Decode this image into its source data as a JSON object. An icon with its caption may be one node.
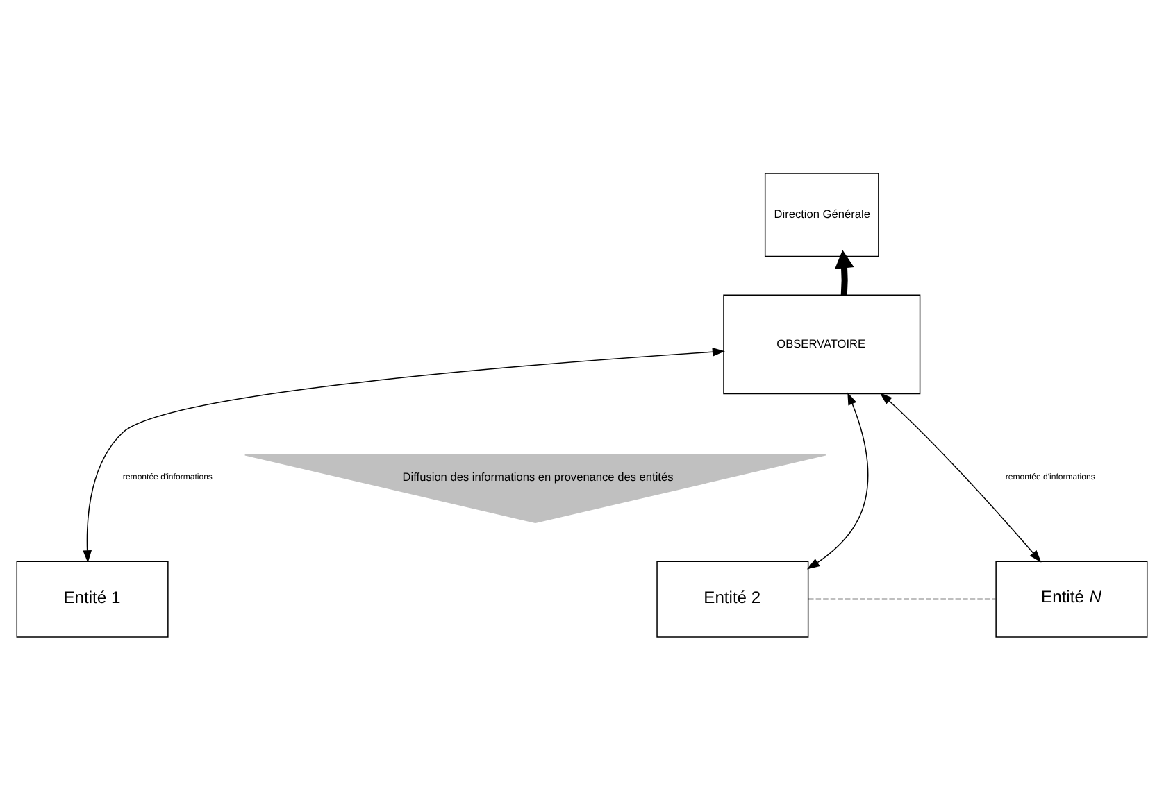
{
  "diagram": {
    "nodes": [
      {
        "text": [
          "Direction Générale"
        ]
      },
      {
        "text": [
          "OBSERVATOIRE"
        ]
      },
      {
        "text": [
          "Diffusion des informations en provenance des entités"
        ]
      },
      {
        "text": [
          "Entité 1"
        ]
      },
      {
        "text": [
          "Entité 2"
        ]
      },
      {
        "text": [
          "Entité *N*"
        ]
      }
    ],
    "edges": [
      {
        "from": 1,
        "to": 0,
        "arrow": "to",
        "style": "thick"
      },
      {
        "from": 1,
        "to": 3,
        "arrow": "both",
        "label": "remontée d'informations"
      },
      {
        "from": 1,
        "to": 4,
        "arrow": "both"
      },
      {
        "from": 1,
        "to": 5,
        "arrow": "both",
        "label": "remontée d'informations"
      },
      {
        "from": 4,
        "to": 5,
        "arrow": "none",
        "style": "dashed"
      }
    ]
  }
}
